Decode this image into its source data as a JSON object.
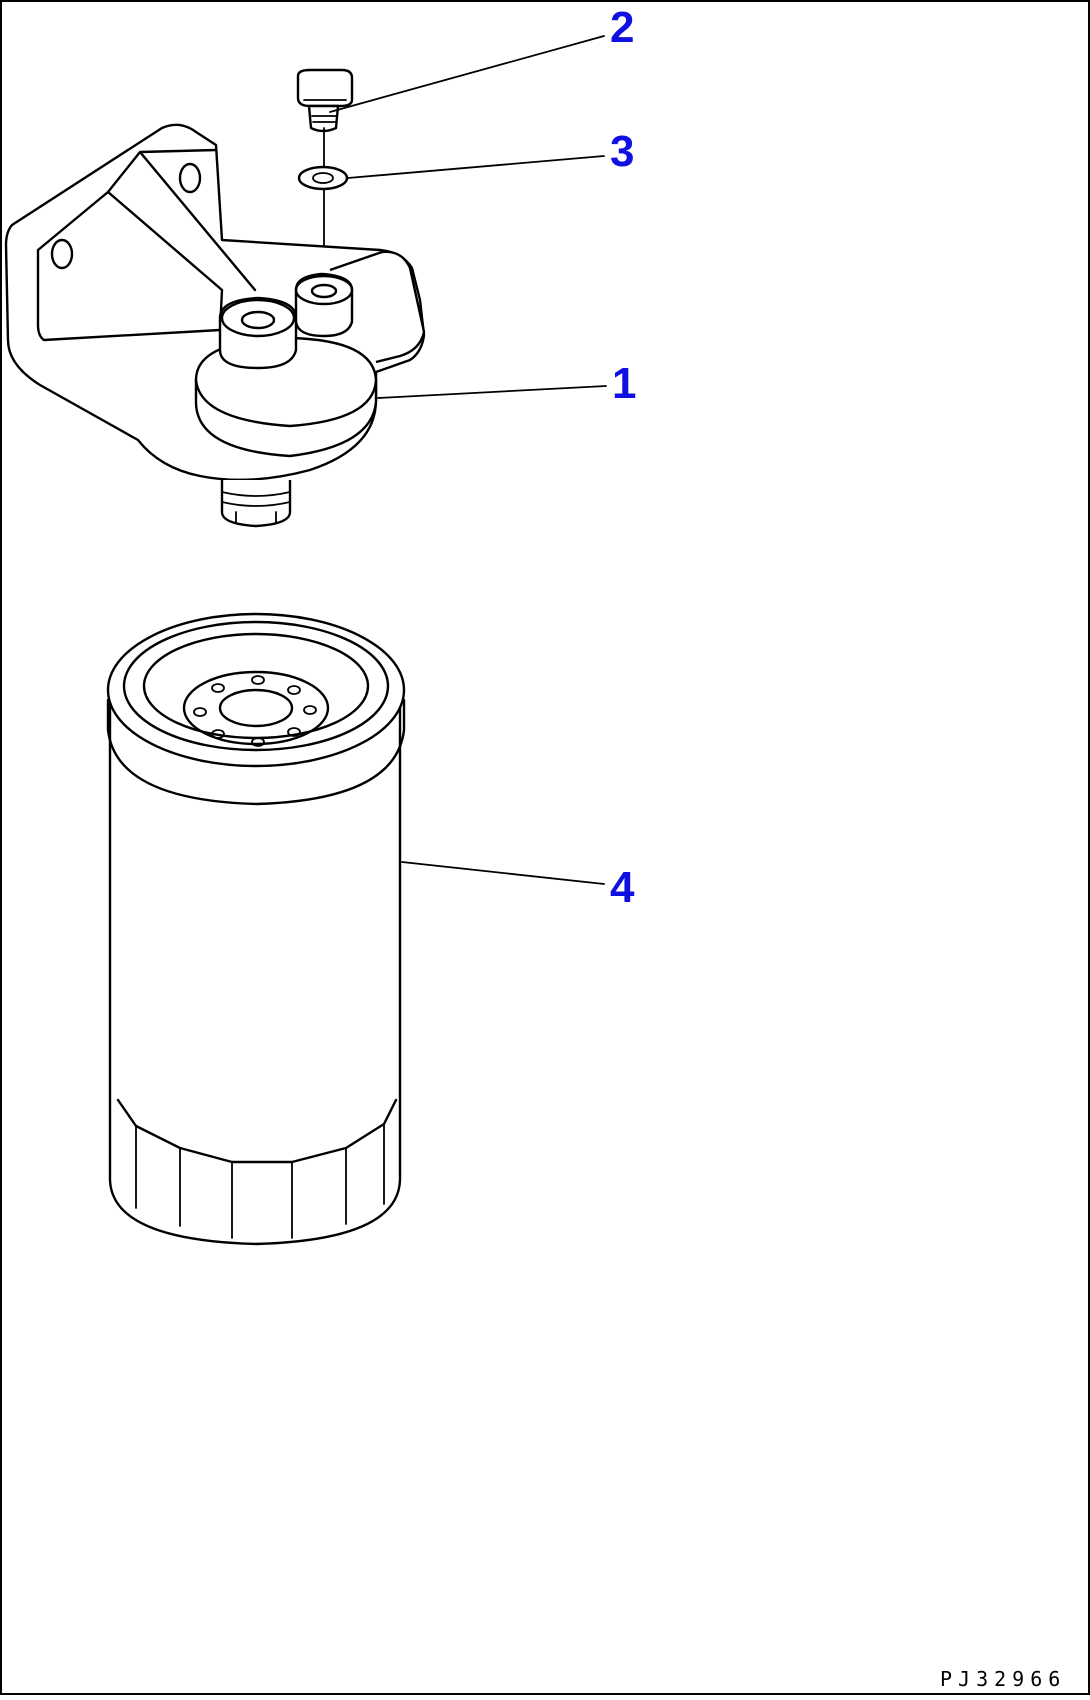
{
  "drawing": {
    "reference_code": "PJ32966",
    "callout_color": "#1010e0",
    "line_color": "#000000",
    "background": "#ffffff"
  },
  "callouts": [
    {
      "id": "1",
      "label": "1"
    },
    {
      "id": "2",
      "label": "2"
    },
    {
      "id": "3",
      "label": "3"
    },
    {
      "id": "4",
      "label": "4"
    }
  ]
}
